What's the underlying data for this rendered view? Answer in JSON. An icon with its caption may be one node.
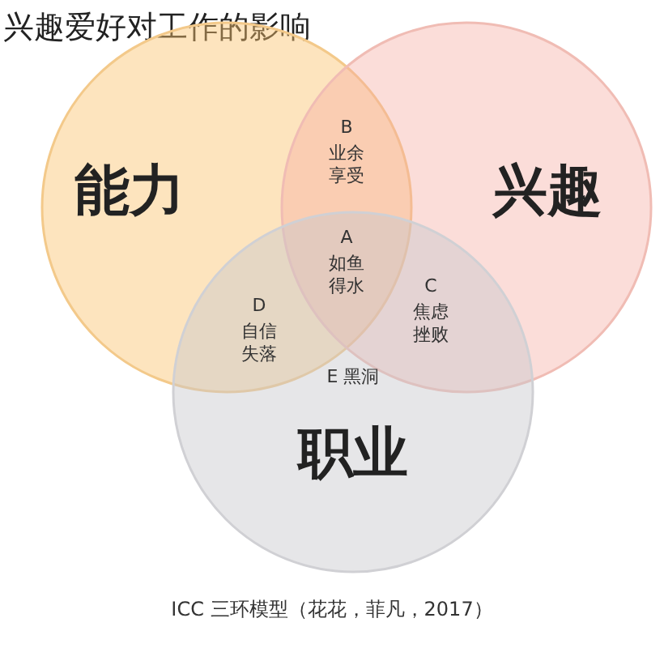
{
  "diagram": {
    "title": "兴趣爱好对工作的影响",
    "nodes": [
      {
        "text": [
          "能力"
        ]
      },
      {
        "text": [
          "兴趣"
        ]
      },
      {
        "text": [
          "职业"
        ]
      }
    ],
    "labels": [
      "B",
      "业余享受",
      "A",
      "如鱼得水",
      "D",
      "自信失落",
      "C",
      "焦虑挫败",
      "E 黑洞"
    ],
    "caption": "ICC 三环模型（花花，菲凡，2017）"
  }
}
